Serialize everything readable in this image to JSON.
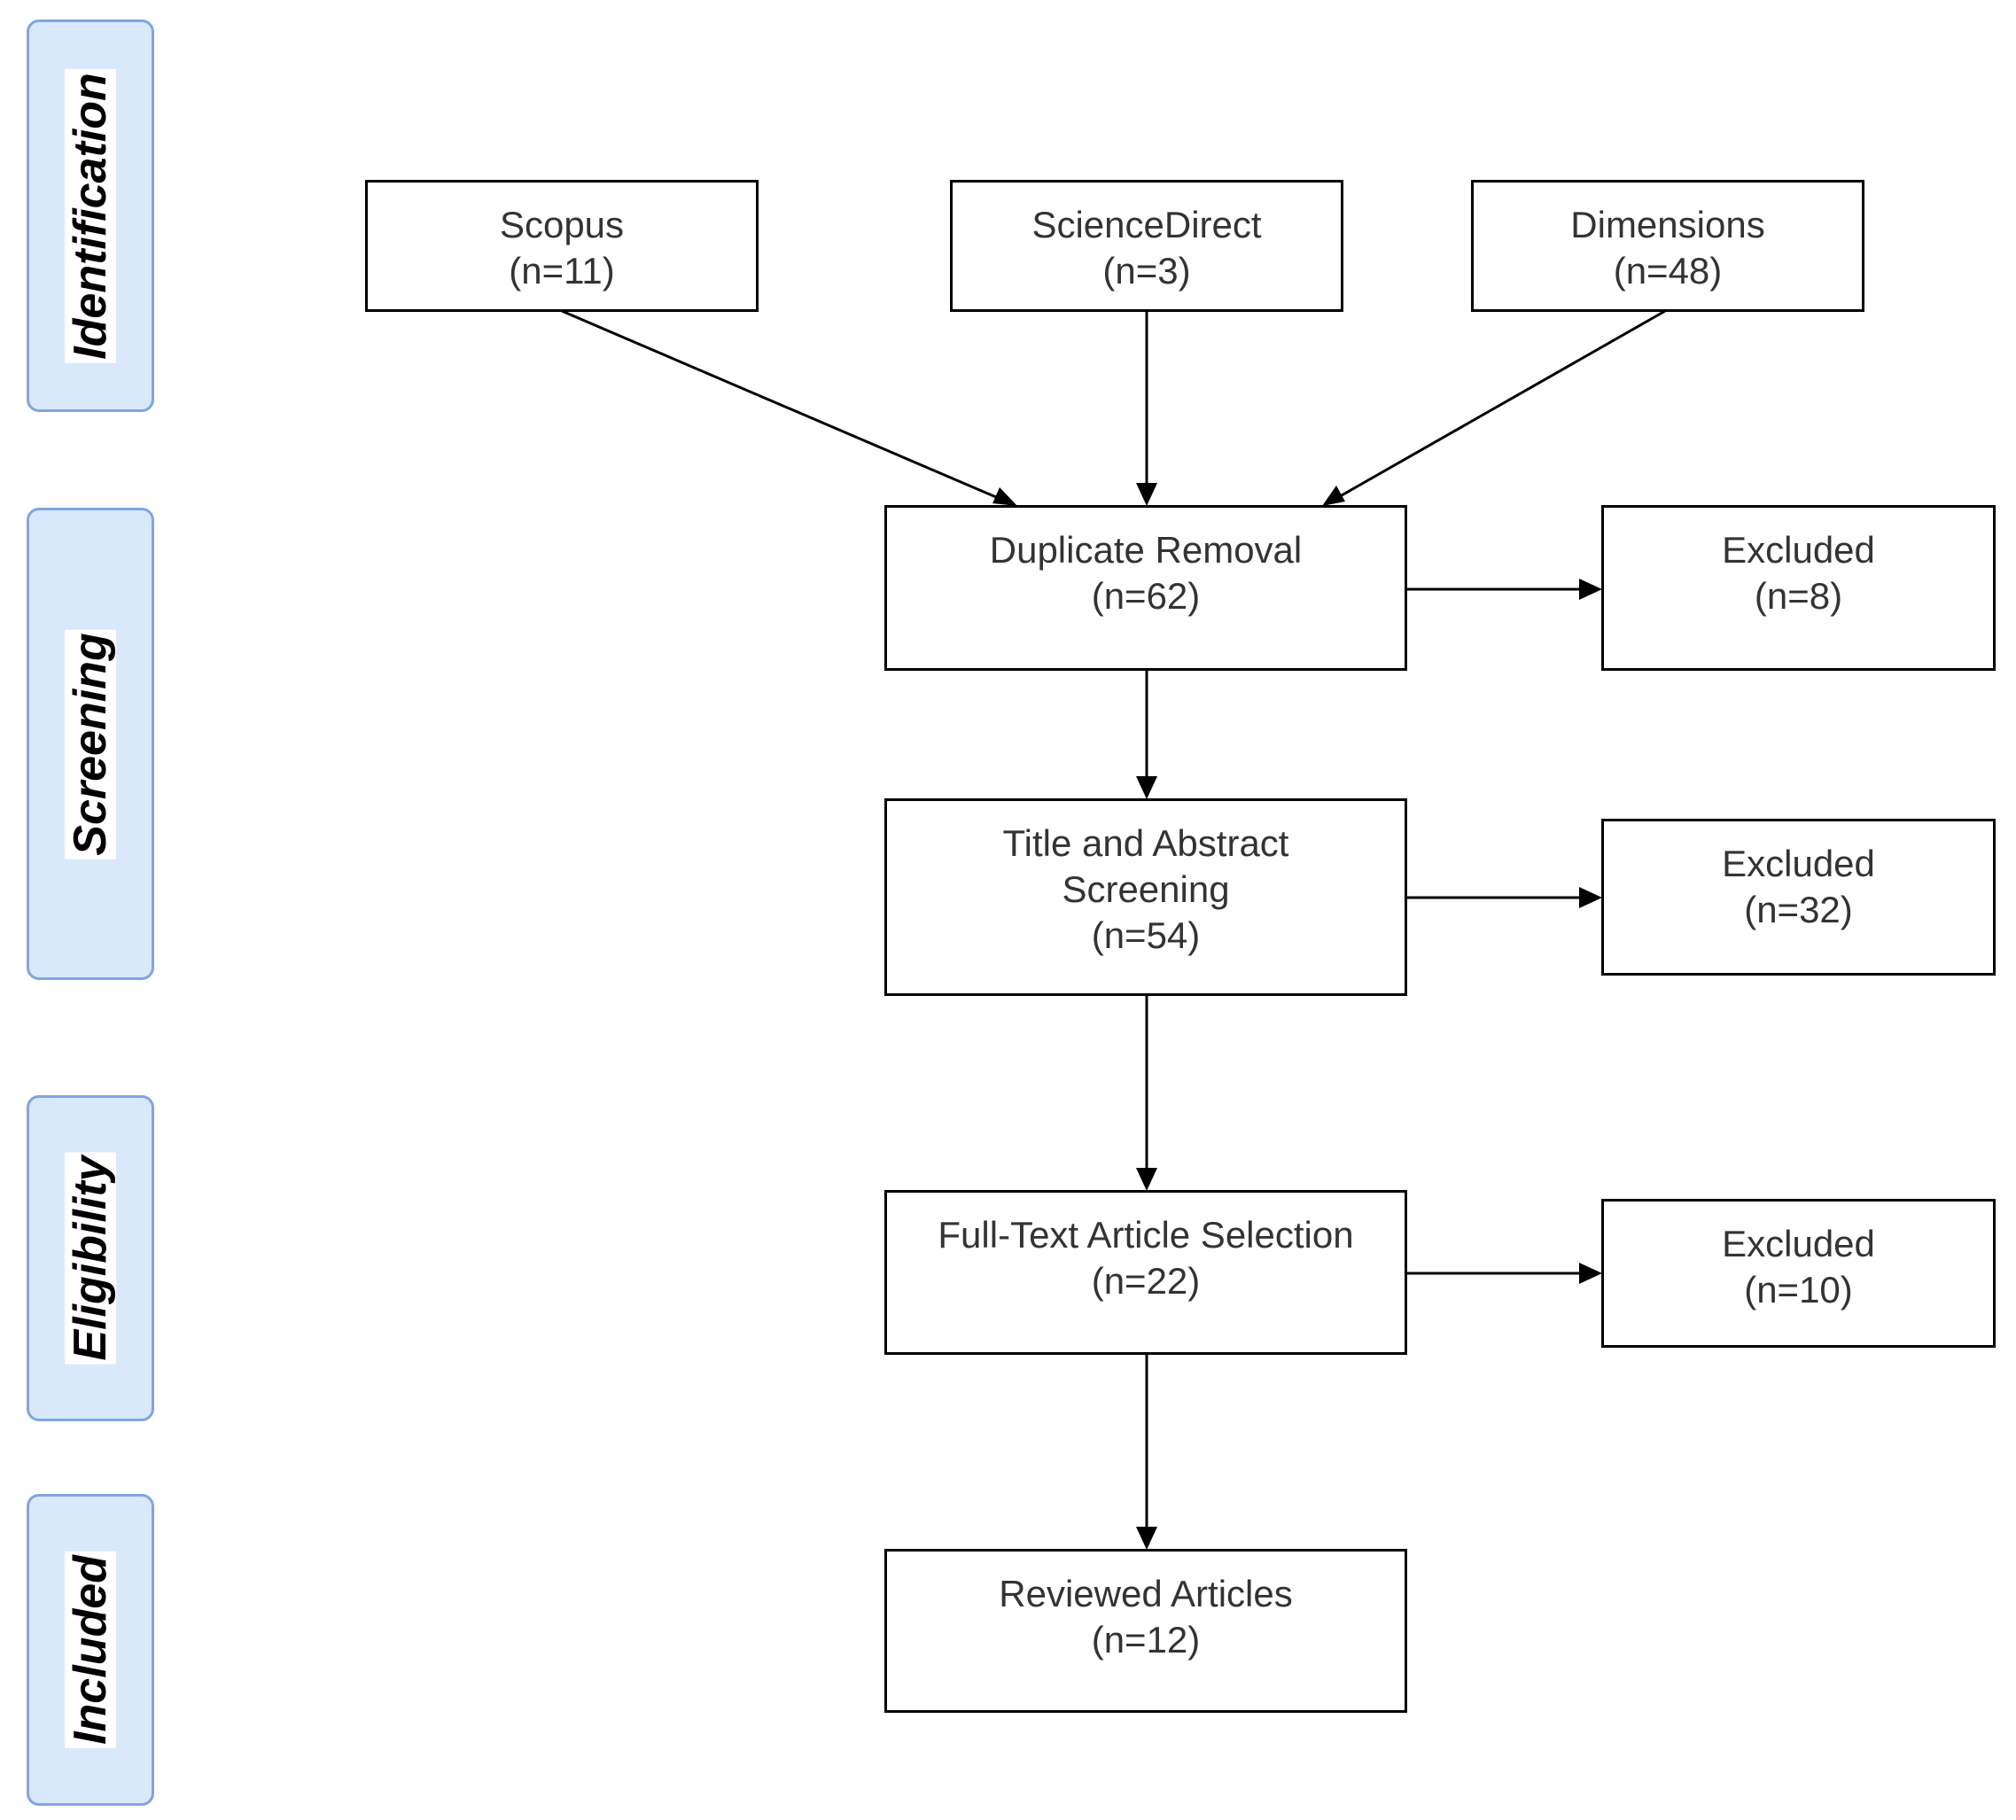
{
  "phases": {
    "identification": "Identification",
    "screening": "Screening",
    "eligibility": "Eligibility",
    "included": "Included"
  },
  "sources": {
    "scopus": {
      "label": "Scopus",
      "count": "(n=11)"
    },
    "sciencedirect": {
      "label": "ScienceDirect",
      "count": "(n=3)"
    },
    "dimensions": {
      "label": "Dimensions",
      "count": "(n=48)"
    }
  },
  "flow": {
    "duplicate_removal": {
      "label": "Duplicate Removal",
      "count": "(n=62)"
    },
    "title_abstract": {
      "label": "Title and Abstract\nScreening",
      "count": "(n=54)"
    },
    "full_text": {
      "label": "Full-Text Article Selection",
      "count": "(n=22)"
    },
    "reviewed": {
      "label": "Reviewed Articles",
      "count": "(n=12)"
    }
  },
  "excluded": {
    "after_duplicates": {
      "label": "Excluded",
      "count": "(n=8)"
    },
    "after_screening": {
      "label": "Excluded",
      "count": "(n=32)"
    },
    "after_full_text": {
      "label": "Excluded",
      "count": "(n=10)"
    }
  },
  "colors": {
    "phase_fill": "#dae8fc",
    "phase_border": "#7ea6e0",
    "box_border": "#000000",
    "text": "#333333"
  }
}
